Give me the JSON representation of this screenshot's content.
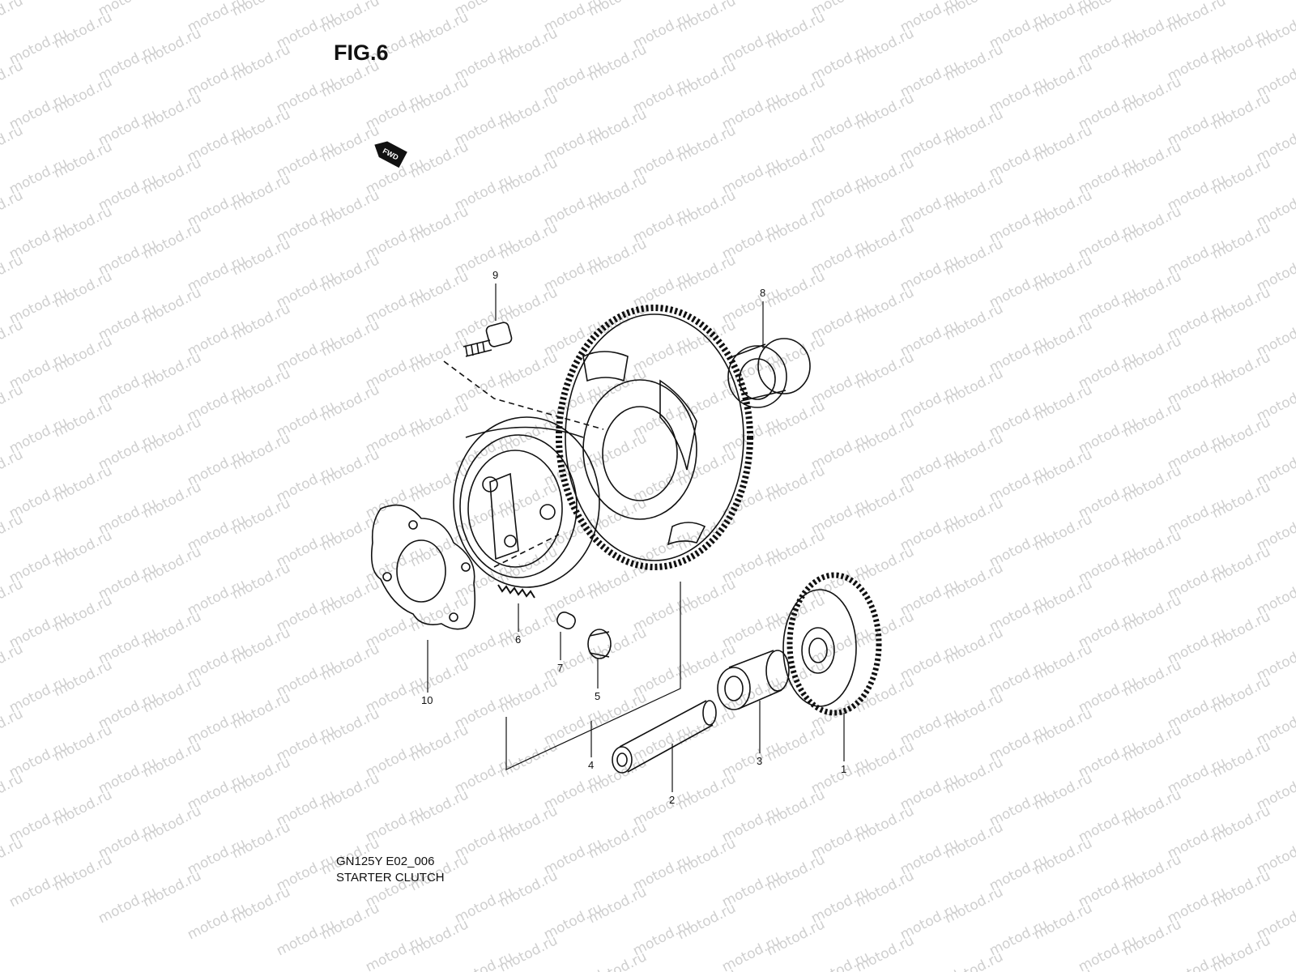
{
  "figure": {
    "title": "FIG.6"
  },
  "fwd_badge": {
    "label": "FWD"
  },
  "watermark": {
    "text": "motod.ru",
    "color": "#cccccc"
  },
  "parts": [
    {
      "ref": "1"
    },
    {
      "ref": "2"
    },
    {
      "ref": "3"
    },
    {
      "ref": "4"
    },
    {
      "ref": "5"
    },
    {
      "ref": "6"
    },
    {
      "ref": "7"
    },
    {
      "ref": "8"
    },
    {
      "ref": "9"
    },
    {
      "ref": "10"
    }
  ],
  "caption": {
    "code": "GN125Y E02_006",
    "name": "STARTER CLUTCH"
  }
}
